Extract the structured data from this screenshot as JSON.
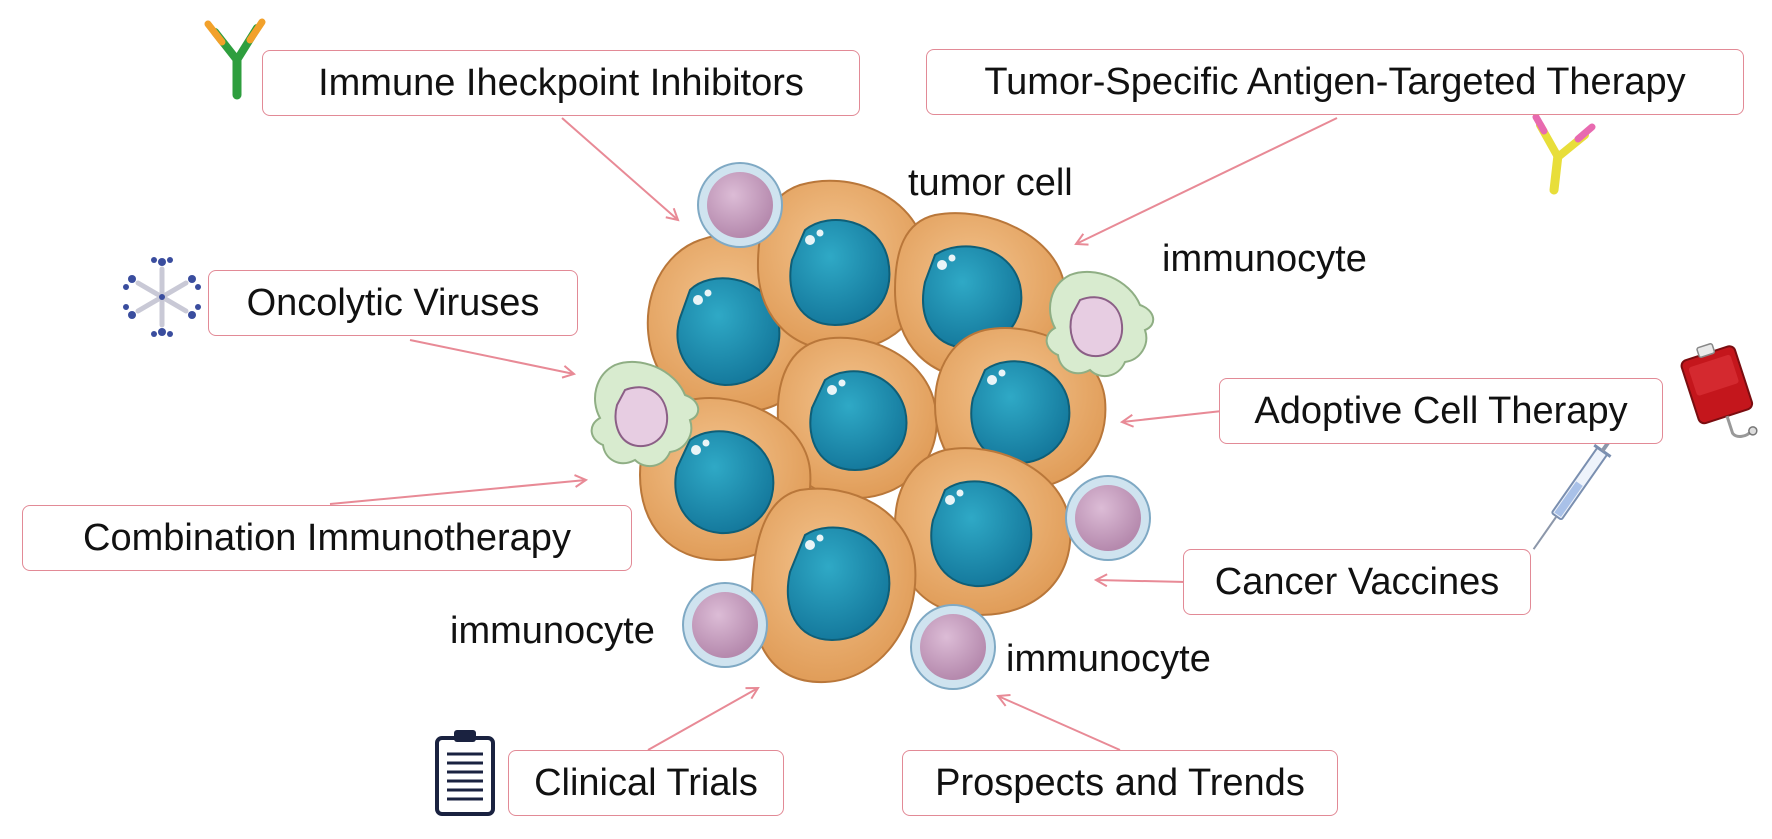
{
  "labels": {
    "checkpoint": "Immune Iheckpoint Inhibitors",
    "antigen": "Tumor-Specific Antigen-Targeted Therapy",
    "oncolytic": "Oncolytic Viruses",
    "adoptive": "Adoptive Cell Therapy",
    "combination": "Combination Immunotherapy",
    "vaccines": "Cancer Vaccines",
    "clinical": "Clinical Trials",
    "prospects": "Prospects and Trends"
  },
  "cell_labels": {
    "tumor": "tumor cell",
    "immuno_right": "immunocyte",
    "immuno_left": "immunocyte",
    "immuno_bottom": "immunocyte"
  },
  "colors": {
    "box_border": "#e28a96",
    "arrow": "#e88a96",
    "tumor_fill": "#e9a866",
    "tumor_stroke": "#b9773a",
    "nucleus_fill": "#1d8fad",
    "nucleus_stroke": "#0e5f78",
    "immunocyte_fill": "#c59bbd",
    "immunocyte_ring": "#cfe3ef",
    "macrophage_fill": "#d8ebcf"
  },
  "icons": [
    "antibody-icon",
    "virus-icon",
    "blood-bag-icon",
    "syringe-icon",
    "clipboard-icon"
  ]
}
